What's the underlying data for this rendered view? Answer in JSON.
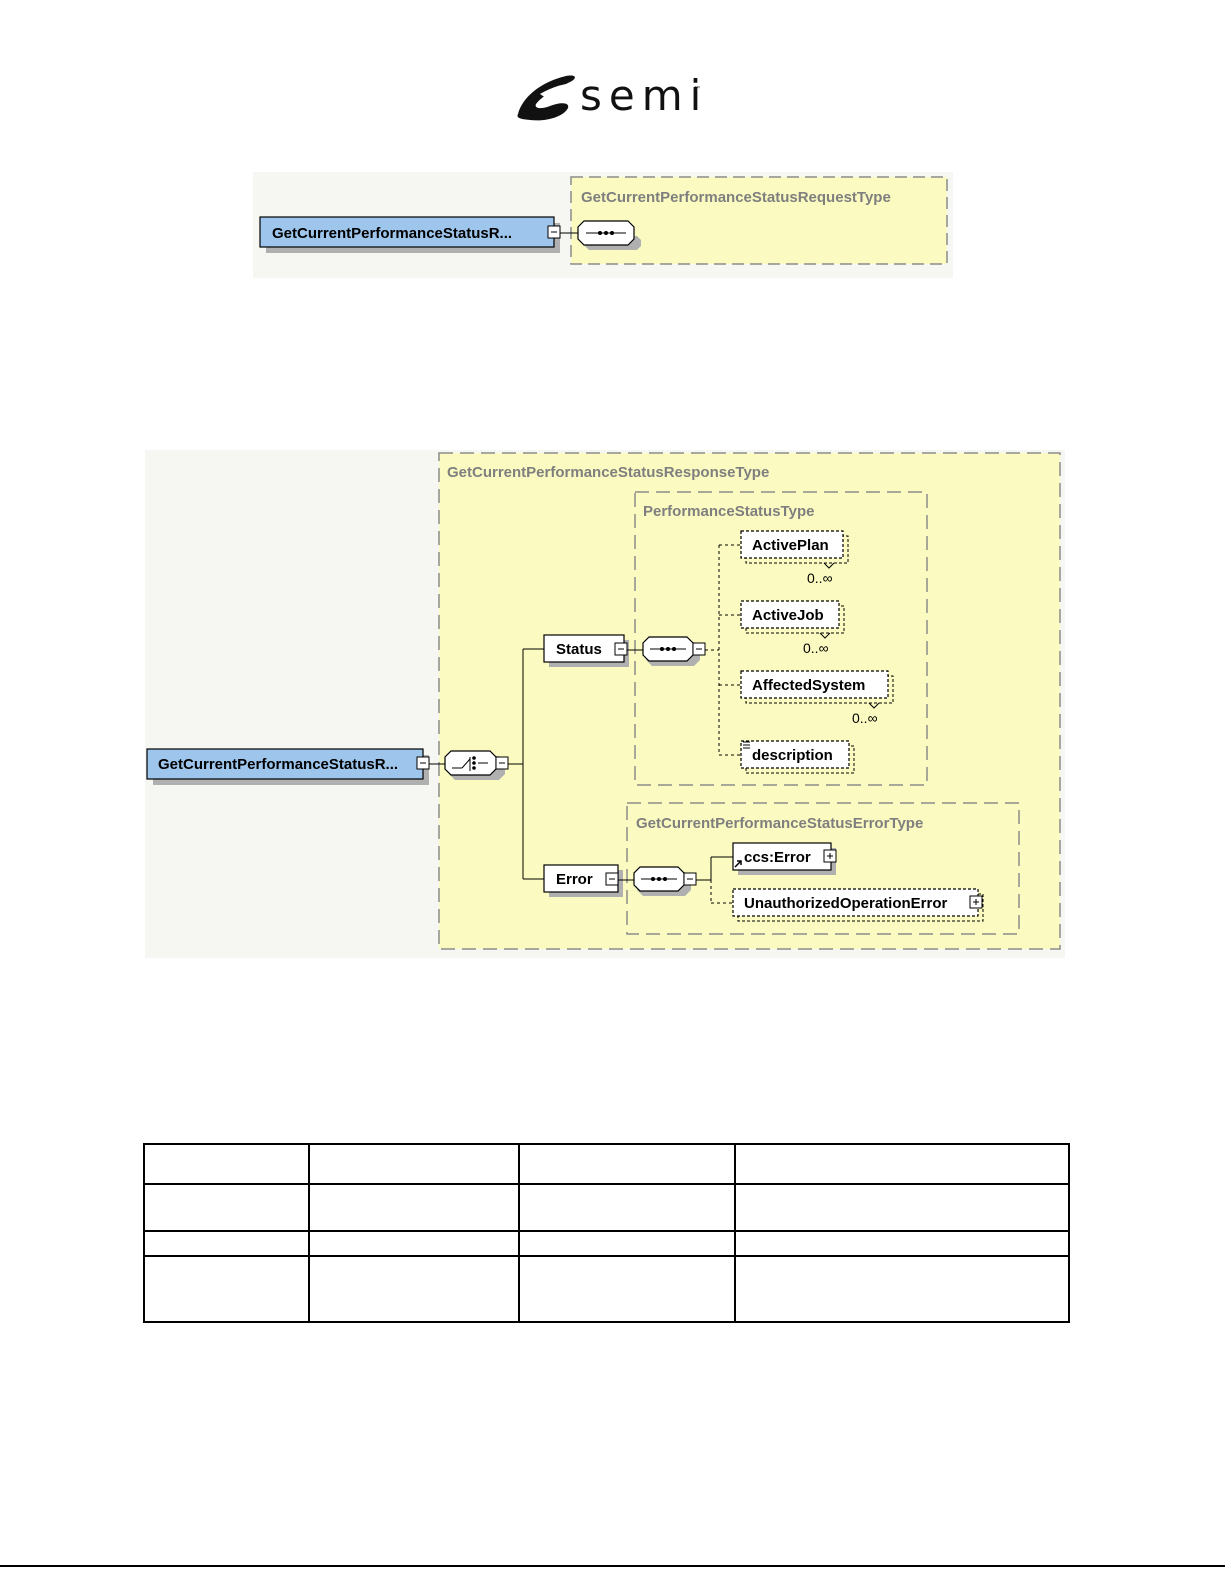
{
  "logo": {
    "text": "semi",
    "trademark": "™"
  },
  "request_diagram": {
    "element": "GetCurrentPerformanceStatusR...",
    "type_name": "GetCurrentPerformanceStatusRequestType"
  },
  "response_diagram": {
    "element": "GetCurrentPerformanceStatusR...",
    "type_name": "GetCurrentPerformanceStatusResponseType",
    "status": {
      "label": "Status",
      "type_name": "PerformanceStatusType",
      "children": [
        {
          "label": "ActivePlan",
          "cardinality": "0..∞"
        },
        {
          "label": "ActiveJob",
          "cardinality": "0..∞"
        },
        {
          "label": "AffectedSystem",
          "cardinality": "0..∞"
        },
        {
          "label": "description",
          "cardinality": ""
        }
      ]
    },
    "error": {
      "label": "Error",
      "type_name": "GetCurrentPerformanceStatusErrorType",
      "children": [
        {
          "label": "ccs:Error"
        },
        {
          "label": "UnauthorizedOperationError"
        }
      ]
    }
  },
  "table": {
    "rows": [
      [
        "",
        "",
        "",
        ""
      ],
      [
        "",
        "",
        "",
        ""
      ],
      [
        "",
        "",
        "",
        ""
      ],
      [
        "",
        "",
        "",
        ""
      ]
    ]
  },
  "colors": {
    "element_fill": "#9ec5ec",
    "type_fill": "#fbfbc1",
    "type_border": "#8c8c8c",
    "type_label": "#7f7f7f"
  }
}
